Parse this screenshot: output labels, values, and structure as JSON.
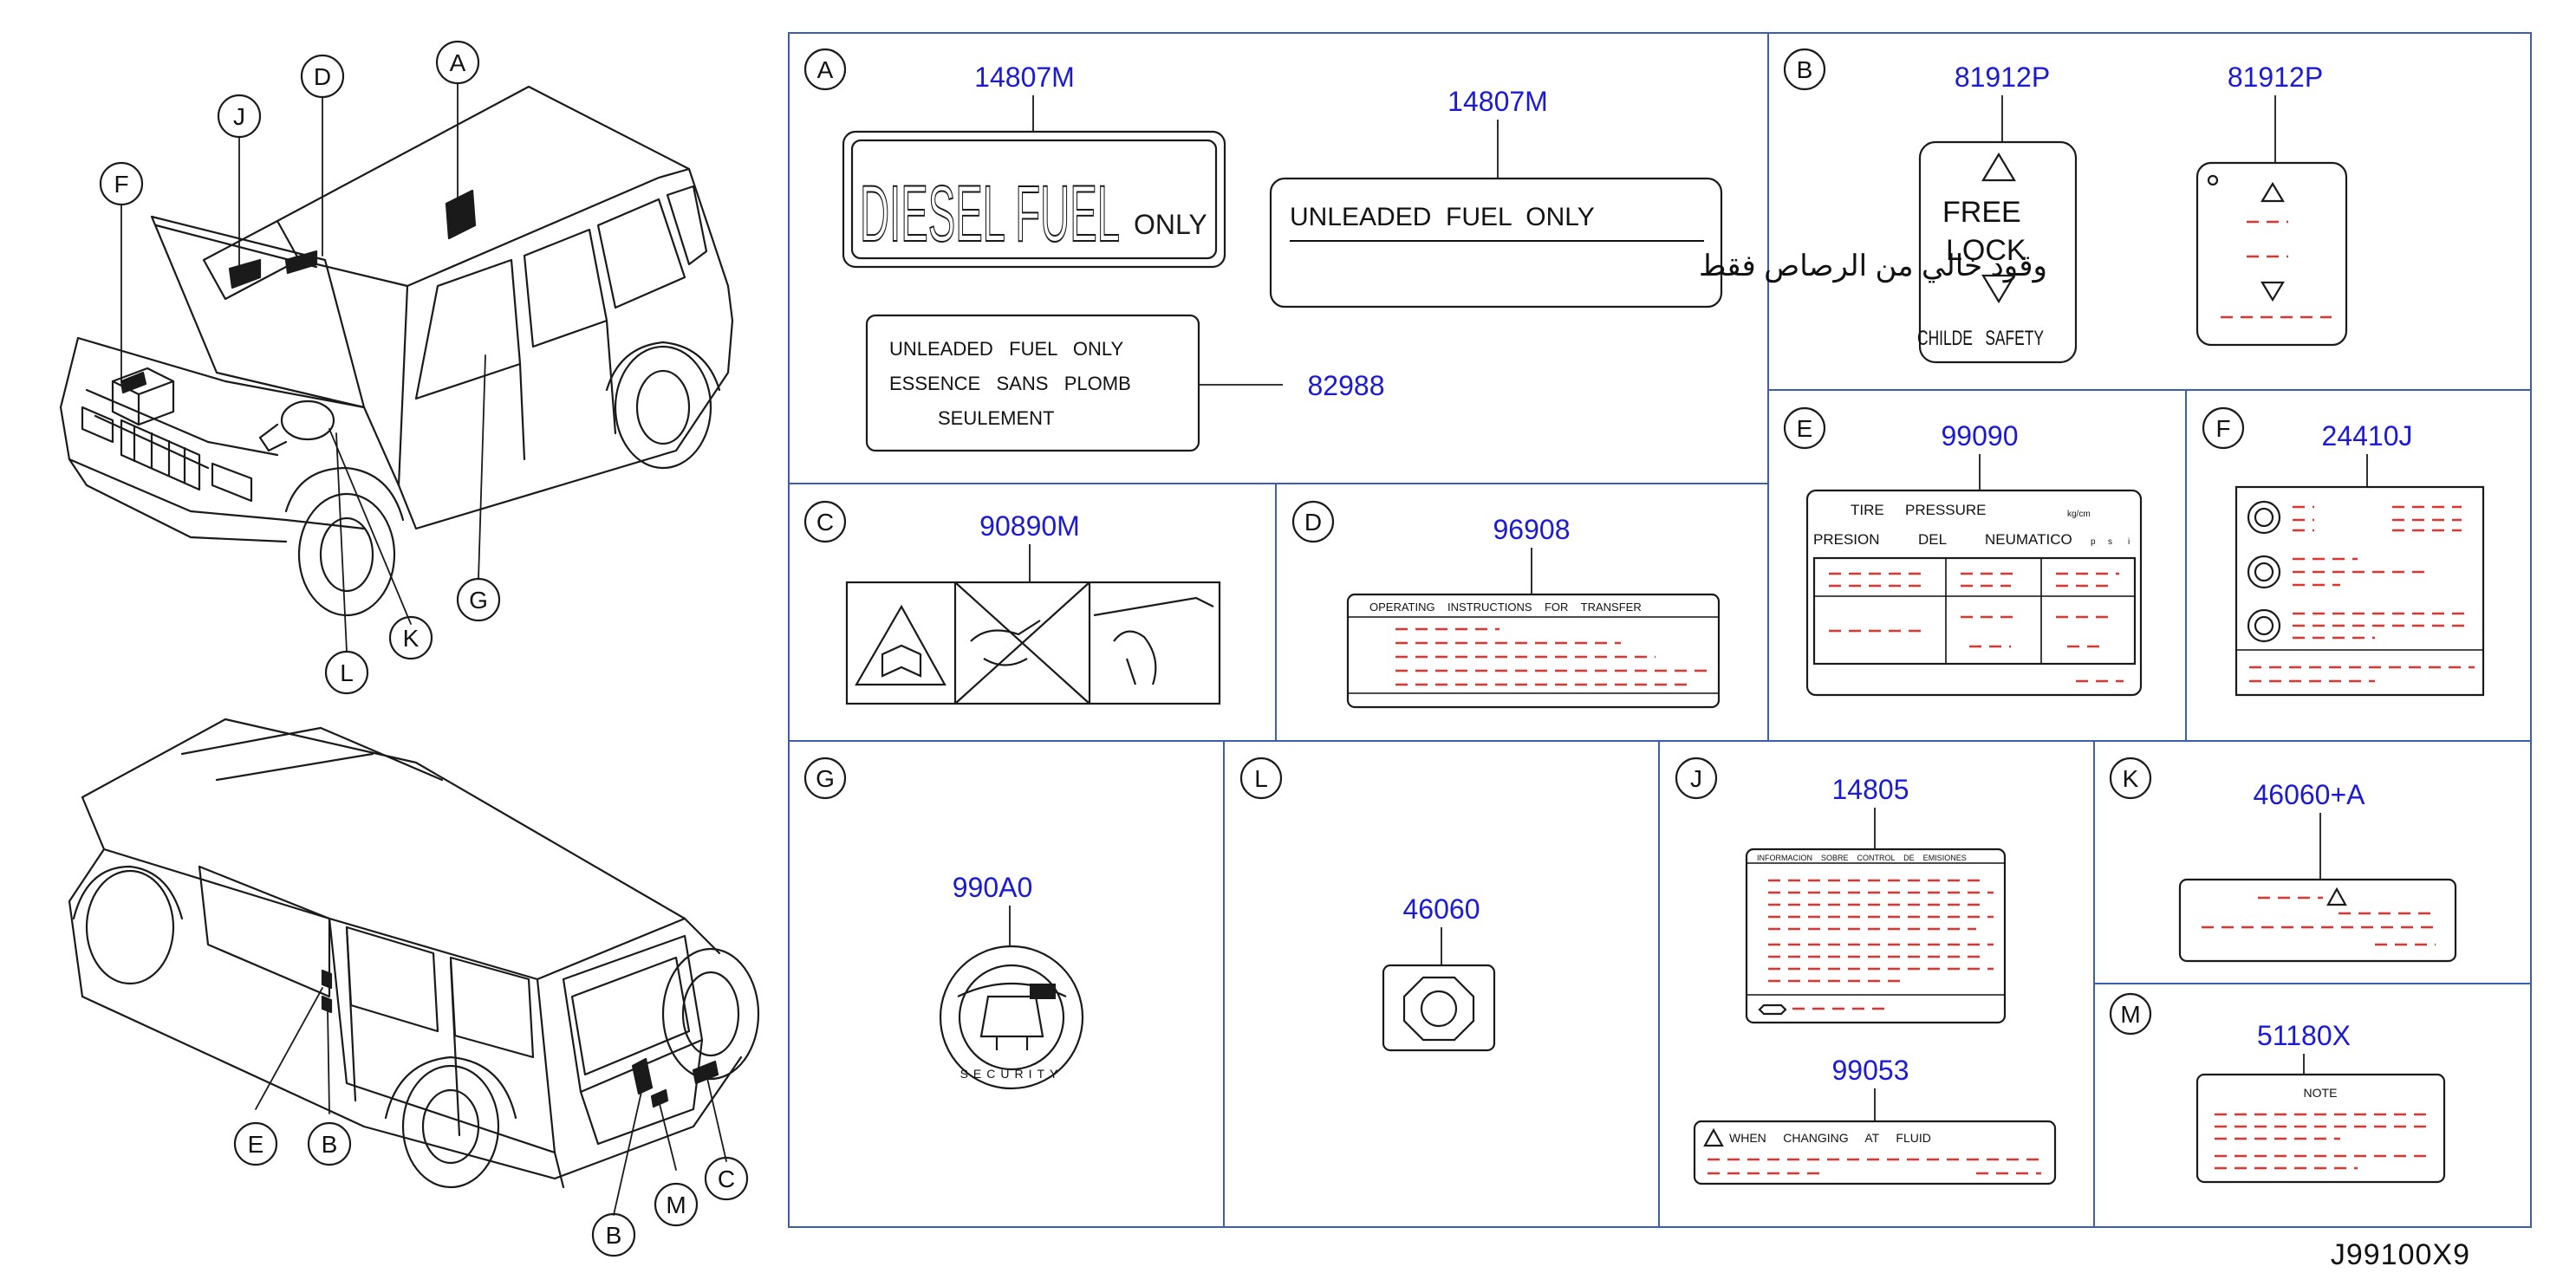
{
  "document_id": "J99100X9",
  "vehicle_callouts": {
    "front": [
      "A",
      "D",
      "J",
      "F",
      "G",
      "K",
      "L"
    ],
    "rear": [
      "E",
      "B",
      "B",
      "M",
      "C"
    ]
  },
  "sections": {
    "A": {
      "letter": "A",
      "parts": [
        "14807M",
        "14807M",
        "82988"
      ],
      "label1": [
        "DIESEL FUEL",
        "ONLY"
      ],
      "label2": [
        "UNLEADED  FUEL  ONLY",
        "وقود خالي من الرصاص فقط"
      ],
      "label3": [
        "UNLEADED   FUEL   ONLY",
        "ESSENCE   SANS   PLOMB",
        "SEULEMENT"
      ]
    },
    "B": {
      "letter": "B",
      "parts": [
        "81912P",
        "81912P"
      ],
      "label1": [
        "FREE",
        "LOCK",
        "CHILDE   SAFETY"
      ]
    },
    "C": {
      "letter": "C",
      "parts": [
        "90890M"
      ]
    },
    "D": {
      "letter": "D",
      "parts": [
        "96908"
      ],
      "header": "OPERATING    INSTRUCTIONS    FOR    TRANSFER"
    },
    "E": {
      "letter": "E",
      "parts": [
        "99090"
      ],
      "row1": [
        "TIRE",
        "PRESSURE",
        "kg/cm"
      ],
      "row2": [
        "PRESION",
        "DEL",
        "NEUMATICO",
        "p",
        "s",
        "i"
      ]
    },
    "F": {
      "letter": "F",
      "parts": [
        "24410J"
      ]
    },
    "G": {
      "letter": "G",
      "parts": [
        "990A0"
      ],
      "ring_text": "SECURITY"
    },
    "L": {
      "letter": "L",
      "parts": [
        "46060"
      ]
    },
    "J": {
      "letter": "J",
      "parts": [
        "14805",
        "99053"
      ],
      "header": "INFORMACION    SOBRE    CONTROL    DE    EMISIONES",
      "label2": "WHEN     CHANGING     AT     FLUID"
    },
    "K": {
      "letter": "K",
      "parts": [
        "46060+A"
      ]
    },
    "M": {
      "letter": "M",
      "parts": [
        "51180X"
      ],
      "header": "NOTE"
    }
  }
}
